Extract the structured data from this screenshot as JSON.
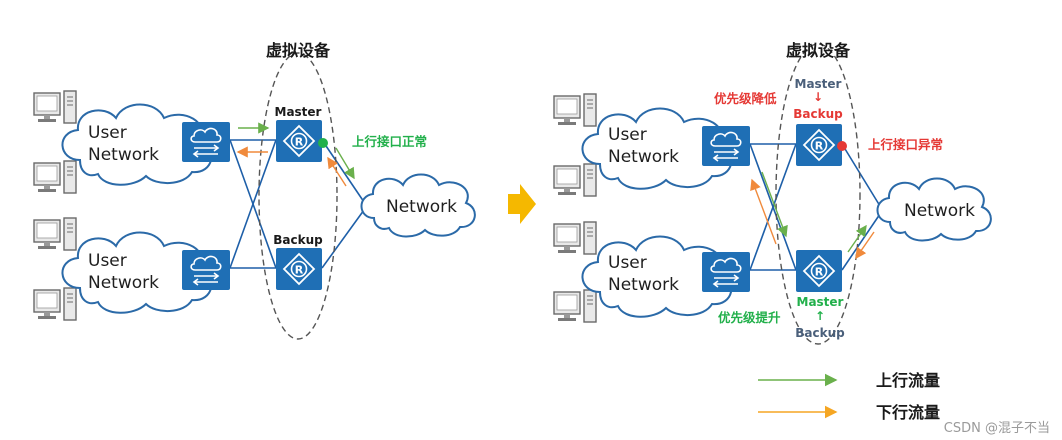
{
  "left": {
    "caption": "虚拟设备",
    "clouds": [
      {
        "line1": "User",
        "line2": "Network"
      },
      {
        "line1": "User",
        "line2": "Network"
      },
      {
        "line1": "Network"
      }
    ],
    "routers": {
      "top_role": "Master",
      "bottom_role": "Backup"
    },
    "uplink_status": "上行接口正常"
  },
  "right": {
    "caption": "虚拟设备",
    "clouds": [
      {
        "line1": "User",
        "line2": "Network"
      },
      {
        "line1": "User",
        "line2": "Network"
      },
      {
        "line1": "Network"
      }
    ],
    "top_router": {
      "from_role": "Master",
      "arrow": "↓",
      "to_role": "Backup",
      "note": "优先级降低"
    },
    "bottom_router": {
      "from_role": "Backup",
      "arrow": "↑",
      "to_role": "Master",
      "note": "优先级提升"
    },
    "uplink_status": "上行接口异常"
  },
  "legend": {
    "upstream": {
      "label": "上行流量",
      "color": "#6ab04c"
    },
    "downstream": {
      "label": "下行流量",
      "color": "#f5a623"
    }
  },
  "colors": {
    "device_blue": "#1f6fb5",
    "link_blue": "#1e5fa8",
    "ok_green": "#22b04b",
    "fail_red": "#e53935",
    "status_green": "#22b04b",
    "status_red": "#e53935",
    "role_gray": "#4a5f7a",
    "up_arrow": "#6ab04c",
    "down_arrow": "#f08a3c",
    "transition_arrow": "#f5b800"
  },
  "watermark": "CSDN @混子不当"
}
